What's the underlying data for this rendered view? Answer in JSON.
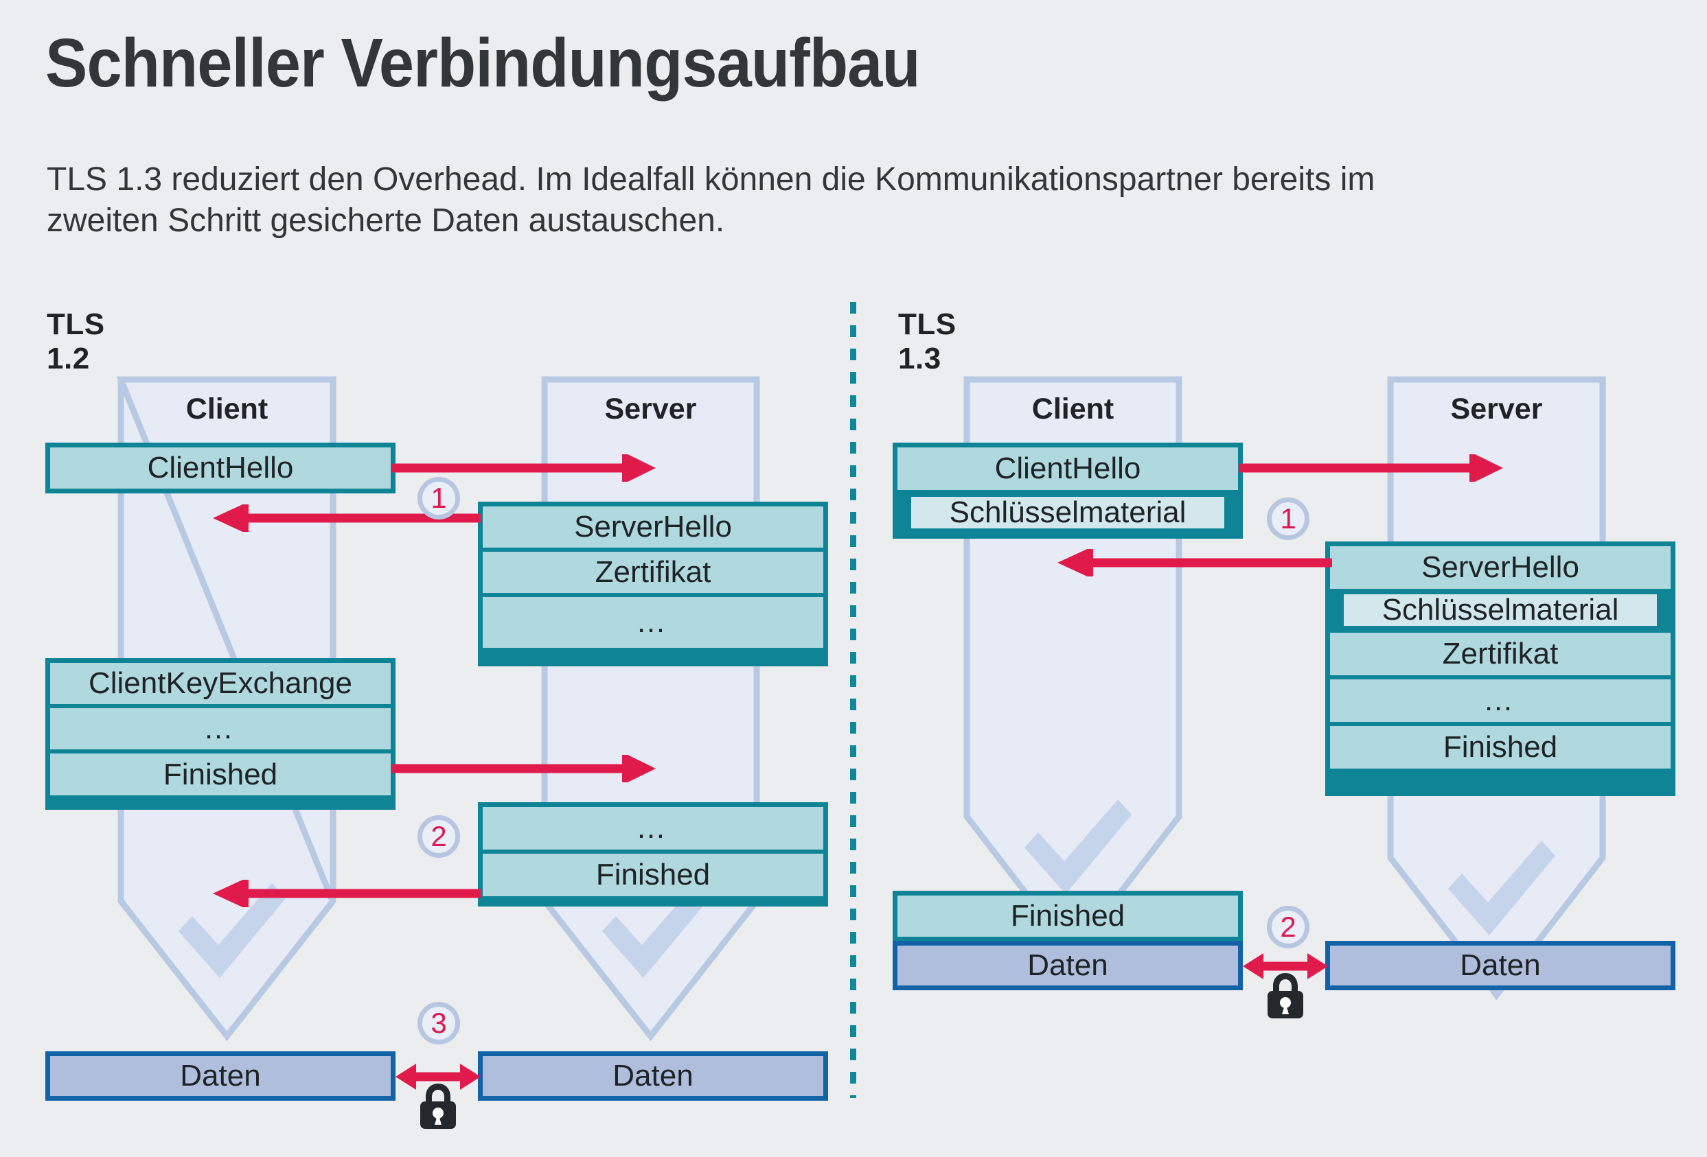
{
  "header": {
    "title": "Schneller Verbindungsaufbau",
    "subtitle": "TLS 1.3 reduziert den Overhead. Im Idealfall können die Kommunikationspartner bereits im zweiten Schritt gesicherte Daten austauschen."
  },
  "colors": {
    "background": "#ECEDEF",
    "teal_border": "#0E8496",
    "teal_fill": "#AFD9DE",
    "teal_inset_fill": "#D2E8EC",
    "blue_border": "#1262A8",
    "blue_fill": "#AFBEDC",
    "lane_fill": "#E6EBF5",
    "lane_stroke": "#B7C9E3",
    "check_fill": "#C5D4EA",
    "arrow_crimson": "#E01B4C",
    "step_ring": "#B7C7E2",
    "step_number": "#D91B52",
    "lock": "#23282D",
    "text": "#1F2326",
    "divider": "#0F8999"
  },
  "panels": [
    {
      "id": "tls12",
      "title": "TLS 1.2",
      "lanes": [
        {
          "id": "client",
          "label": "Client"
        },
        {
          "id": "server",
          "label": "Server"
        }
      ],
      "messages": [
        {
          "id": "m1",
          "side": "client",
          "rows": [
            {
              "text": "ClientHello"
            }
          ]
        },
        {
          "id": "m2",
          "side": "server",
          "rows": [
            {
              "text": "ServerHello"
            },
            {
              "text": "Zertifikat"
            },
            {
              "text": "…"
            }
          ]
        },
        {
          "id": "m3",
          "side": "client",
          "rows": [
            {
              "text": "ClientKeyExchange"
            },
            {
              "text": "…"
            },
            {
              "text": "Finished"
            }
          ]
        },
        {
          "id": "m4",
          "side": "server",
          "rows": [
            {
              "text": "…"
            },
            {
              "text": "Finished"
            }
          ]
        }
      ],
      "data_boxes": [
        {
          "id": "d-client",
          "label": "Daten"
        },
        {
          "id": "d-server",
          "label": "Daten"
        }
      ],
      "steps": [
        "1",
        "2",
        "3"
      ],
      "lock": "lock-icon"
    },
    {
      "id": "tls13",
      "title": "TLS 1.3",
      "lanes": [
        {
          "id": "client",
          "label": "Client"
        },
        {
          "id": "server",
          "label": "Server"
        }
      ],
      "messages": [
        {
          "id": "m1",
          "side": "client",
          "rows": [
            {
              "text": "ClientHello"
            },
            {
              "text": "Schlüsselmaterial",
              "inset": true
            }
          ]
        },
        {
          "id": "m2",
          "side": "server",
          "rows": [
            {
              "text": "ServerHello"
            },
            {
              "text": "Schlüsselmaterial",
              "inset": true
            },
            {
              "text": "Zertifikat"
            },
            {
              "text": "…"
            },
            {
              "text": "Finished"
            }
          ]
        },
        {
          "id": "m3",
          "side": "client",
          "rows": [
            {
              "text": "Finished"
            }
          ]
        }
      ],
      "data_boxes": [
        {
          "id": "d-client",
          "label": "Daten"
        },
        {
          "id": "d-server",
          "label": "Daten"
        }
      ],
      "steps": [
        "1",
        "2"
      ],
      "lock": "lock-icon"
    }
  ]
}
